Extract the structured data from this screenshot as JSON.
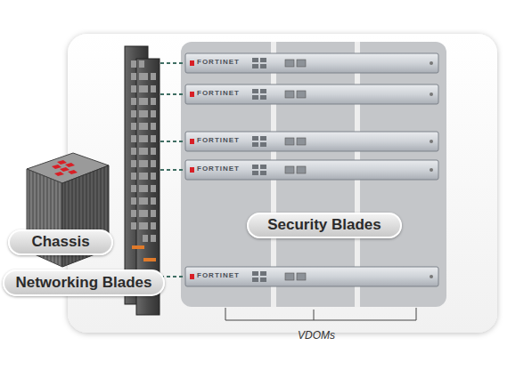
{
  "diagram": {
    "nodes": [
      {
        "text": [
          "Chassis"
        ]
      },
      {
        "text": [
          "Networking Blades"
        ]
      },
      {
        "text": [
          "Security Blades"
        ]
      }
    ],
    "labels": [
      "FORTINET",
      "FORTINET",
      "FORTINET",
      "FORTINET",
      "FORTINET",
      "VDOMs"
    ]
  }
}
